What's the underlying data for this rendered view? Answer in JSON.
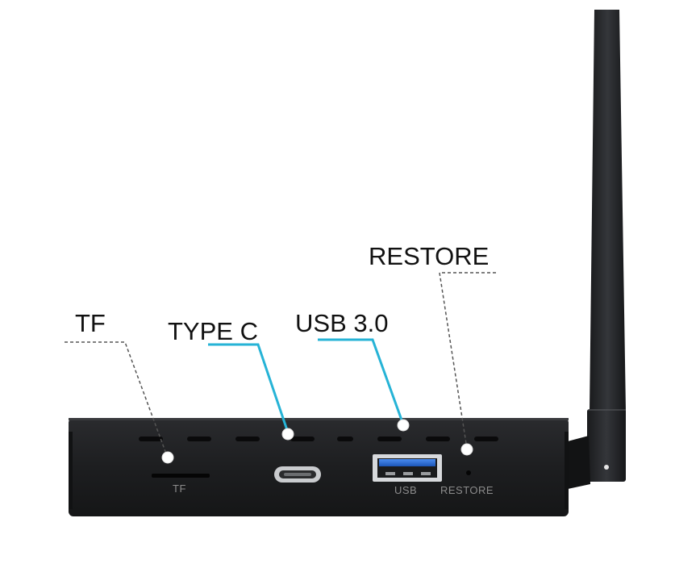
{
  "callouts": {
    "tf": "TF",
    "type_c": "TYPE C",
    "usb": "USB 3.0",
    "restore": "RESTORE"
  },
  "port_labels": {
    "tf": "TF",
    "usb": "USB",
    "restore": "RESTORE"
  },
  "colors": {
    "device_body": "#1d1e20",
    "callout_line_blue": "#26b3d6",
    "callout_line_dashed": "#555555",
    "usb_insert_blue": "#2a6fd6",
    "marker_dot": "#ffffff"
  }
}
